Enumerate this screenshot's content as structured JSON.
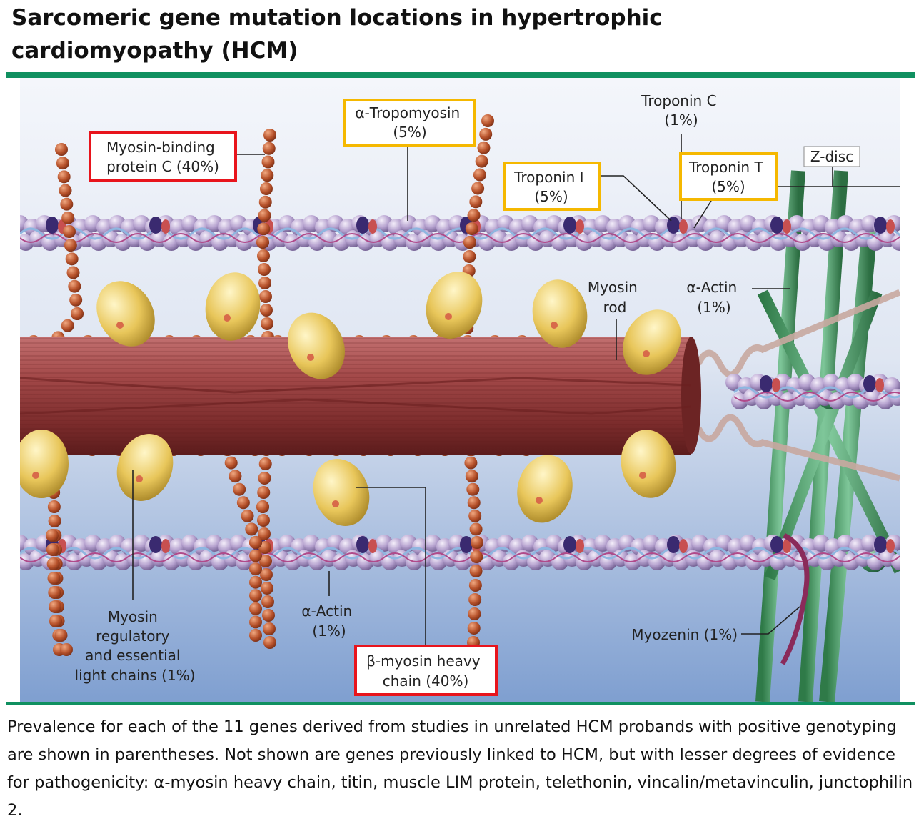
{
  "title": "Sarcomeric gene mutation locations in hypertrophic cardiomyopathy (HCM)",
  "labels": {
    "mybpc": [
      "Myosin-binding",
      "protein C (40%)"
    ],
    "tropomyosin": [
      "α-Tropomyosin",
      "(5%)"
    ],
    "troponin_c": [
      "Troponin C",
      "(1%)"
    ],
    "troponin_i": [
      "Troponin I",
      "(5%)"
    ],
    "troponin_t": [
      "Troponin T",
      "(5%)"
    ],
    "z_disc": "Z-disc",
    "myosin_rod": [
      "Myosin",
      "rod"
    ],
    "actin_right": [
      "α-Actin",
      "(1%)"
    ],
    "light_chains": [
      "Myosin",
      "regulatory",
      "and essential",
      "light chains (1%)"
    ],
    "actin_bottom": [
      "α-Actin",
      "(1%)"
    ],
    "beta_myosin": [
      "β-myosin heavy",
      "chain (40%)"
    ],
    "myozenin": "Myozenin (1%)"
  },
  "colors": {
    "rule": "#109060",
    "box_red": "#e8141c",
    "box_orange": "#f5b800"
  },
  "caption": "Prevalence for each of the 11 genes derived from studies in unrelated HCM probands with positive genotyping are shown in parentheses. Not shown are genes previously linked to HCM, but with lesser degrees of evidence for pathogenicity: α-myosin heavy chain, titin, muscle LIM protein, telethonin, vincalin/metavinculin, junctophilin 2."
}
